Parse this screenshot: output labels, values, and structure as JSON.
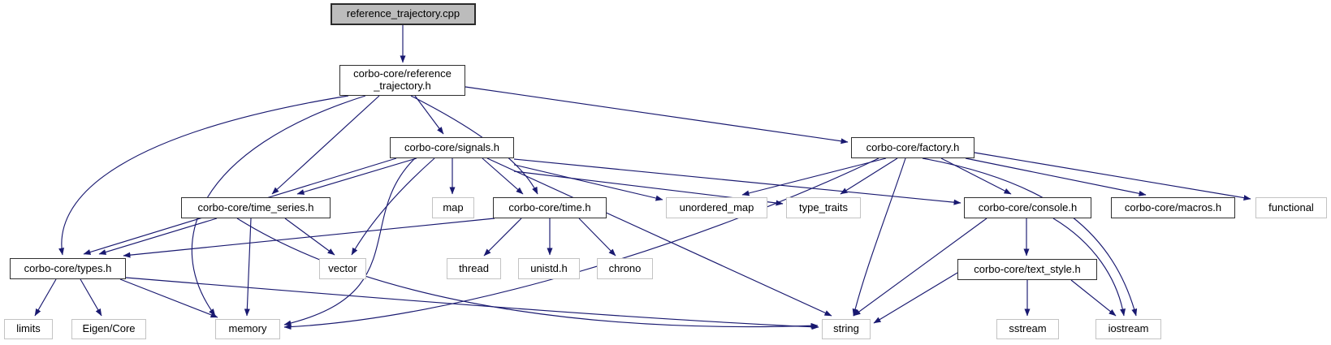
{
  "graph": {
    "colors": {
      "edge": "#191970",
      "internal_border": "#2f2f2f",
      "external_border": "#c3c3c3",
      "main_fill": "#bcbcbc"
    },
    "nodes": [
      {
        "id": "ref_cpp",
        "label": "reference_trajectory.cpp",
        "kind": "main"
      },
      {
        "id": "ref_h",
        "label": "corbo-core/reference\n_trajectory.h",
        "kind": "internal"
      },
      {
        "id": "signals",
        "label": "corbo-core/signals.h",
        "kind": "internal"
      },
      {
        "id": "factory",
        "label": "corbo-core/factory.h",
        "kind": "internal"
      },
      {
        "id": "time_series",
        "label": "corbo-core/time_series.h",
        "kind": "internal"
      },
      {
        "id": "map",
        "label": "map",
        "kind": "external"
      },
      {
        "id": "time",
        "label": "corbo-core/time.h",
        "kind": "internal"
      },
      {
        "id": "unordered_map",
        "label": "unordered_map",
        "kind": "external"
      },
      {
        "id": "type_traits",
        "label": "type_traits",
        "kind": "external"
      },
      {
        "id": "console",
        "label": "corbo-core/console.h",
        "kind": "internal"
      },
      {
        "id": "macros",
        "label": "corbo-core/macros.h",
        "kind": "internal"
      },
      {
        "id": "functional",
        "label": "functional",
        "kind": "external"
      },
      {
        "id": "types",
        "label": "corbo-core/types.h",
        "kind": "internal"
      },
      {
        "id": "vector",
        "label": "vector",
        "kind": "external"
      },
      {
        "id": "thread",
        "label": "thread",
        "kind": "external"
      },
      {
        "id": "unistd",
        "label": "unistd.h",
        "kind": "external"
      },
      {
        "id": "chrono",
        "label": "chrono",
        "kind": "external"
      },
      {
        "id": "text_style",
        "label": "corbo-core/text_style.h",
        "kind": "internal"
      },
      {
        "id": "limits",
        "label": "limits",
        "kind": "external"
      },
      {
        "id": "eigen_core",
        "label": "Eigen/Core",
        "kind": "external"
      },
      {
        "id": "memory",
        "label": "memory",
        "kind": "external"
      },
      {
        "id": "string",
        "label": "string",
        "kind": "external"
      },
      {
        "id": "sstream",
        "label": "sstream",
        "kind": "external"
      },
      {
        "id": "iostream",
        "label": "iostream",
        "kind": "external"
      }
    ],
    "edges": [
      {
        "from": "ref_cpp",
        "to": "ref_h"
      },
      {
        "from": "ref_h",
        "to": "signals"
      },
      {
        "from": "ref_h",
        "to": "time_series"
      },
      {
        "from": "ref_h",
        "to": "types"
      },
      {
        "from": "ref_h",
        "to": "time"
      },
      {
        "from": "ref_h",
        "to": "factory"
      },
      {
        "from": "ref_h",
        "to": "memory"
      },
      {
        "from": "signals",
        "to": "map"
      },
      {
        "from": "signals",
        "to": "time_series"
      },
      {
        "from": "signals",
        "to": "types"
      },
      {
        "from": "signals",
        "to": "vector"
      },
      {
        "from": "signals",
        "to": "memory"
      },
      {
        "from": "signals",
        "to": "time"
      },
      {
        "from": "signals",
        "to": "unordered_map"
      },
      {
        "from": "signals",
        "to": "type_traits"
      },
      {
        "from": "signals",
        "to": "console"
      },
      {
        "from": "signals",
        "to": "string"
      },
      {
        "from": "time_series",
        "to": "types"
      },
      {
        "from": "time_series",
        "to": "memory"
      },
      {
        "from": "time_series",
        "to": "vector"
      },
      {
        "from": "time_series",
        "to": "string"
      },
      {
        "from": "time",
        "to": "types"
      },
      {
        "from": "time",
        "to": "thread"
      },
      {
        "from": "time",
        "to": "unistd"
      },
      {
        "from": "time",
        "to": "chrono"
      },
      {
        "from": "types",
        "to": "limits"
      },
      {
        "from": "types",
        "to": "eigen_core"
      },
      {
        "from": "types",
        "to": "memory"
      },
      {
        "from": "types",
        "to": "string"
      },
      {
        "from": "factory",
        "to": "console"
      },
      {
        "from": "factory",
        "to": "macros"
      },
      {
        "from": "factory",
        "to": "functional"
      },
      {
        "from": "factory",
        "to": "unordered_map"
      },
      {
        "from": "factory",
        "to": "type_traits"
      },
      {
        "from": "factory",
        "to": "string"
      },
      {
        "from": "factory",
        "to": "memory"
      },
      {
        "from": "factory",
        "to": "iostream"
      },
      {
        "from": "console",
        "to": "text_style"
      },
      {
        "from": "console",
        "to": "string"
      },
      {
        "from": "console",
        "to": "iostream"
      },
      {
        "from": "text_style",
        "to": "string"
      },
      {
        "from": "text_style",
        "to": "sstream"
      },
      {
        "from": "text_style",
        "to": "iostream"
      }
    ]
  }
}
